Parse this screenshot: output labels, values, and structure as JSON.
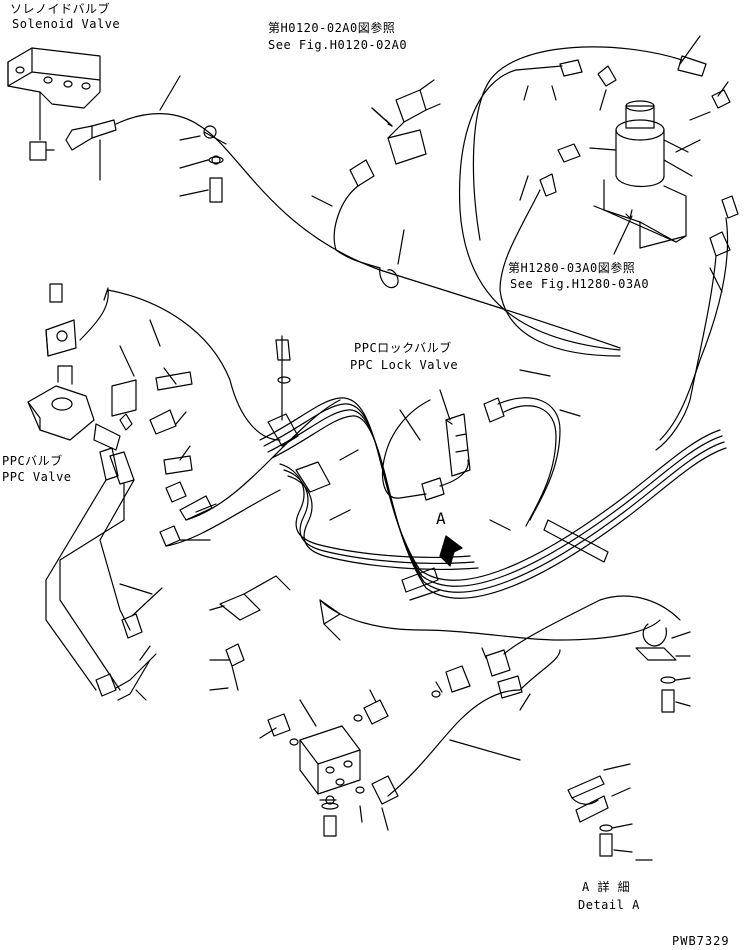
{
  "labels": {
    "solenoid_valve_jp": "ソレノイドバルブ",
    "solenoid_valve_en": "Solenoid Valve",
    "fig_h0120_jp": "第H0120-02A0図参照",
    "fig_h0120_en": "See Fig.H0120-02A0",
    "fig_h1280_jp": "第H1280-03A0図参照",
    "fig_h1280_en": "See Fig.H1280-03A0",
    "ppc_lock_jp": "PPCロックバルブ",
    "ppc_lock_en": "PPC Lock Valve",
    "ppc_valve_jp": "PPCバルブ",
    "ppc_valve_en": "PPC Valve",
    "view_a": "A",
    "detail_a_jp": "A 詳 細",
    "detail_a_en": "Detail A",
    "drawing_no": "PWB7329"
  }
}
